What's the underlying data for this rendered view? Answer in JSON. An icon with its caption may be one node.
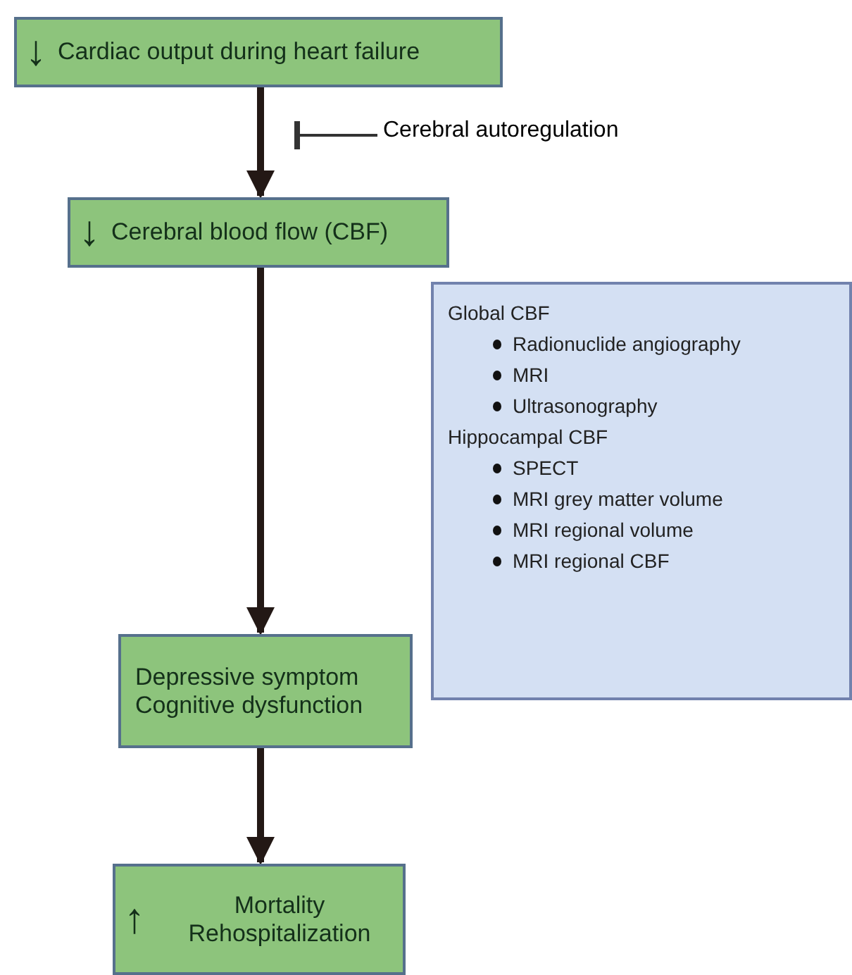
{
  "diagram": {
    "nodes": [
      {
        "text": [
          "↓",
          "Cardiac output during heart failure"
        ]
      },
      {
        "text": [
          "↓",
          "Cerebral blood flow (CBF)"
        ]
      },
      {
        "text": [
          "Cerebral autoregulation"
        ]
      },
      {
        "text": [
          "Global CBF",
          "Radionuclide angiography",
          "MRI",
          "Ultrasonography",
          "Hippocampal CBF",
          "SPECT",
          "MRI grey matter volume",
          "MRI regional volume",
          "MRI regional CBF"
        ]
      },
      {
        "text": [
          "Depressive symptom",
          "Cognitive dysfunction"
        ]
      },
      {
        "text": [
          "↑",
          "Mortality",
          "Rehospitalization"
        ]
      }
    ],
    "edges": [
      {
        "from": 0,
        "to": 1,
        "arrow": "to"
      },
      {
        "from": 2,
        "to": null,
        "arrow": "other"
      },
      {
        "from": 1,
        "to": 4,
        "arrow": "to"
      },
      {
        "from": 4,
        "to": 5,
        "arrow": "to"
      }
    ]
  }
}
